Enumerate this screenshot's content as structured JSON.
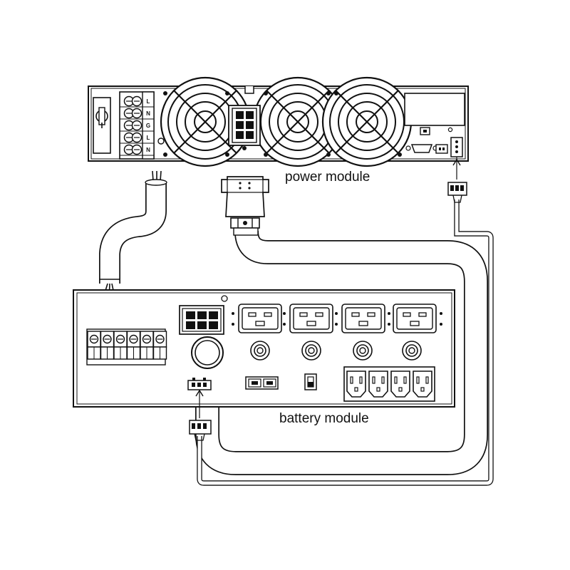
{
  "labels": {
    "power_module": "power module",
    "battery_module": "battery module"
  },
  "terminal_letters": [
    "L",
    "N",
    "G",
    "L",
    "N"
  ],
  "colors": {
    "line": "#1a1a1a",
    "screen": "#7a7a7a",
    "background": "#ffffff"
  }
}
